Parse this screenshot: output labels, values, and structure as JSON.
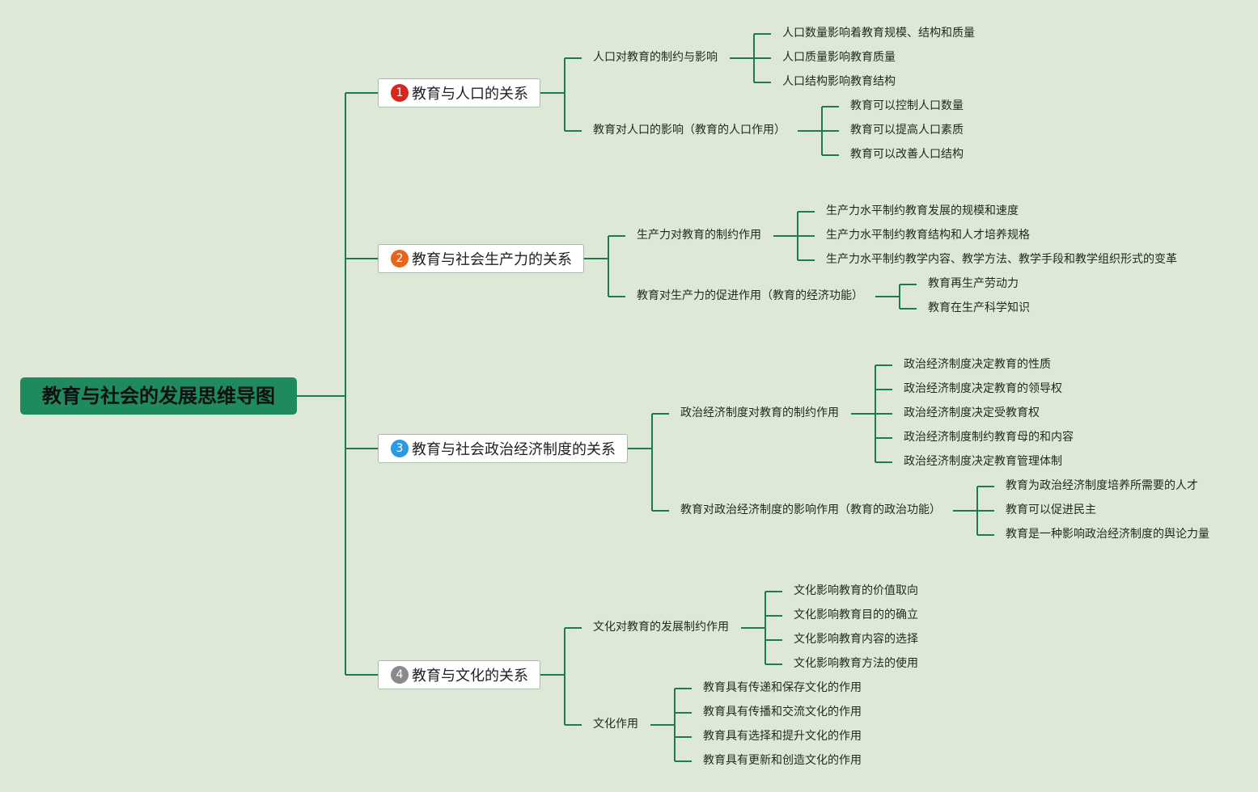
{
  "root": {
    "title": "教育与社会的发展思维导图"
  },
  "branches": [
    {
      "number": "1",
      "label": "教育与人口的关系",
      "badge_color": "#d7261c",
      "subs": [
        {
          "label": "人口对教育的制约与影响",
          "items": [
            "人口数量影响着教育规模、结构和质量",
            "人口质量影响教育质量",
            "人口结构影响教育结构"
          ]
        },
        {
          "label": "教育对人口的影响（教育的人口作用）",
          "items": [
            "教育可以控制人口数量",
            "教育可以提高人口素质",
            "教育可以改善人口结构"
          ]
        }
      ]
    },
    {
      "number": "2",
      "label": "教育与社会生产力的关系",
      "badge_color": "#e8651c",
      "subs": [
        {
          "label": "生产力对教育的制约作用",
          "items": [
            "生产力水平制约教育发展的规模和速度",
            "生产力水平制约教育结构和人才培养规格",
            "生产力水平制约教学内容、教学方法、教学手段和教学组织形式的变革"
          ]
        },
        {
          "label": "教育对生产力的促进作用（教育的经济功能）",
          "items": [
            "教育再生产劳动力",
            "教育在生产科学知识"
          ]
        }
      ]
    },
    {
      "number": "3",
      "label": "教育与社会政治经济制度的关系",
      "badge_color": "#2a9be0",
      "subs": [
        {
          "label": "政治经济制度对教育的制约作用",
          "items": [
            "政治经济制度决定教育的性质",
            "政治经济制度决定教育的领导权",
            "政治经济制度决定受教育权",
            "政治经济制度制约教育母的和内容",
            "政治经济制度决定教育管理体制"
          ]
        },
        {
          "label": "教育对政治经济制度的影响作用（教育的政治功能）",
          "items": [
            "教育为政治经济制度培养所需要的人才",
            "教育可以促进民主",
            "教育是一种影响政治经济制度的舆论力量"
          ]
        }
      ]
    },
    {
      "number": "4",
      "label": "教育与文化的关系",
      "badge_color": "#8a8a8a",
      "subs": [
        {
          "label": "文化对教育的发展制约作用",
          "items": [
            "文化影响教育的价值取向",
            "文化影响教育目的的确立",
            "文化影响教育内容的选择",
            "文化影响教育方法的使用"
          ]
        },
        {
          "label": "文化作用",
          "items": [
            "教育具有传递和保存文化的作用",
            "教育具有传播和交流文化的作用",
            "教育具有选择和提升文化的作用",
            "教育具有更新和创造文化的作用"
          ]
        }
      ]
    }
  ]
}
